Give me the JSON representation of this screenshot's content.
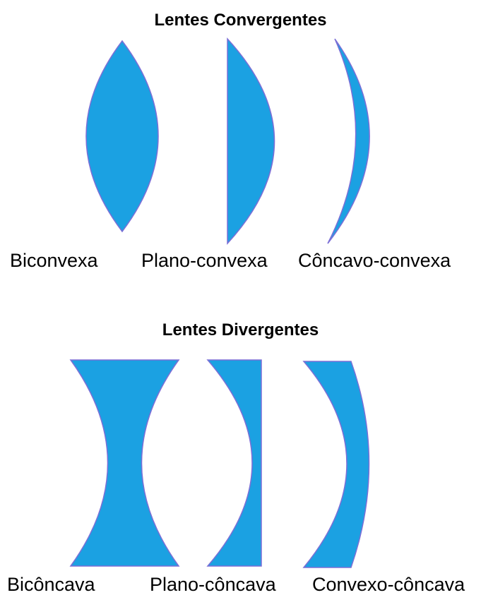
{
  "converging": {
    "title": "Lentes Convergentes",
    "lenses": [
      {
        "label": "Biconvexa"
      },
      {
        "label": "Plano-convexa"
      },
      {
        "label": "Côncavo-convexa"
      }
    ]
  },
  "diverging": {
    "title": "Lentes Divergentes",
    "lenses": [
      {
        "label": "Bicôncava"
      },
      {
        "label": "Plano-côncava"
      },
      {
        "label": "Convexo-côncava"
      }
    ]
  },
  "colors": {
    "lens_fill": "#1ba1e2",
    "lens_stroke": "#7b6fd6",
    "text": "#000000"
  }
}
